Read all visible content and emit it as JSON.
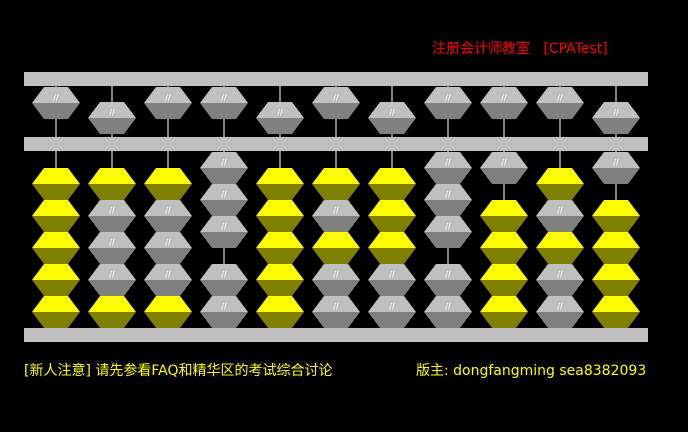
{
  "header": {
    "title": "注册会计师教室",
    "tag": "[CPATest]",
    "title_color": "#ff0000"
  },
  "abacus": {
    "rods": 11,
    "bead_colors": {
      "active": "#ffff00",
      "active_shade": "#808000",
      "inactive": "#c0c0c0",
      "inactive_shade": "#808080",
      "frame": "#c0c0c0"
    },
    "bead_mark": "//",
    "columns": [
      {
        "heaven_down": false,
        "earth": [
          "Y",
          "Y",
          "Y",
          "Y",
          "Y"
        ]
      },
      {
        "heaven_down": true,
        "earth": [
          "Y",
          "G",
          "G",
          "G",
          "Y"
        ]
      },
      {
        "heaven_down": false,
        "earth": [
          "Y",
          "G",
          "G",
          "G",
          "Y"
        ]
      },
      {
        "heaven_down": false,
        "earth": [
          "G",
          "G",
          "G",
          "G",
          "G"
        ]
      },
      {
        "heaven_down": true,
        "earth": [
          "Y",
          "Y",
          "Y",
          "Y",
          "Y"
        ]
      },
      {
        "heaven_down": false,
        "earth": [
          "Y",
          "G",
          "Y",
          "G",
          "G"
        ]
      },
      {
        "heaven_down": true,
        "earth": [
          "Y",
          "Y",
          "Y",
          "G",
          "G"
        ]
      },
      {
        "heaven_down": false,
        "earth": [
          "G",
          "G",
          "G",
          "G",
          "G"
        ]
      },
      {
        "heaven_down": false,
        "earth": [
          "G",
          "Y",
          "Y",
          "Y",
          "Y"
        ]
      },
      {
        "heaven_down": false,
        "earth": [
          "Y",
          "G",
          "Y",
          "G",
          "G"
        ]
      },
      {
        "heaven_down": true,
        "earth": [
          "G",
          "Y",
          "Y",
          "Y",
          "Y"
        ]
      }
    ]
  },
  "footer": {
    "notice": "[新人注意] 请先参看FAQ和精华区的考试综合讨论",
    "moderators": "版主: dongfangming sea8382093",
    "text_color": "#ffff00"
  }
}
